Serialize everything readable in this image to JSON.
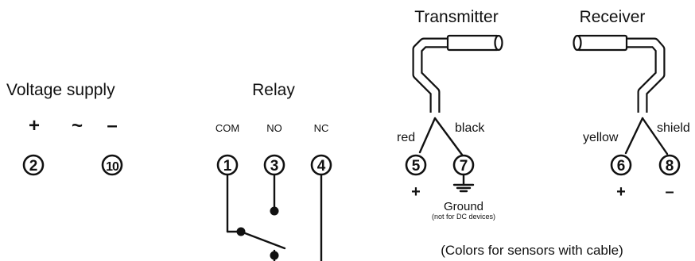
{
  "supply": {
    "title": "Voltage supply",
    "plus": "+",
    "ac": "~",
    "minus": "–",
    "terminals": [
      "2",
      "10"
    ]
  },
  "relay": {
    "title": "Relay",
    "labels": [
      "COM",
      "NO",
      "NC"
    ],
    "terminals": [
      "1",
      "3",
      "4"
    ]
  },
  "transmitter": {
    "title": "Transmitter",
    "wire_left": "red",
    "wire_right": "black",
    "terminals": [
      "5",
      "7"
    ],
    "plus": "+",
    "ground": "Ground",
    "ground_note": "(not for DC devices)"
  },
  "receiver": {
    "title": "Receiver",
    "wire_left": "yellow",
    "wire_right": "shield",
    "terminals": [
      "6",
      "8"
    ],
    "plus": "+",
    "minus": "–"
  },
  "note": "(Colors for sensors with cable)"
}
